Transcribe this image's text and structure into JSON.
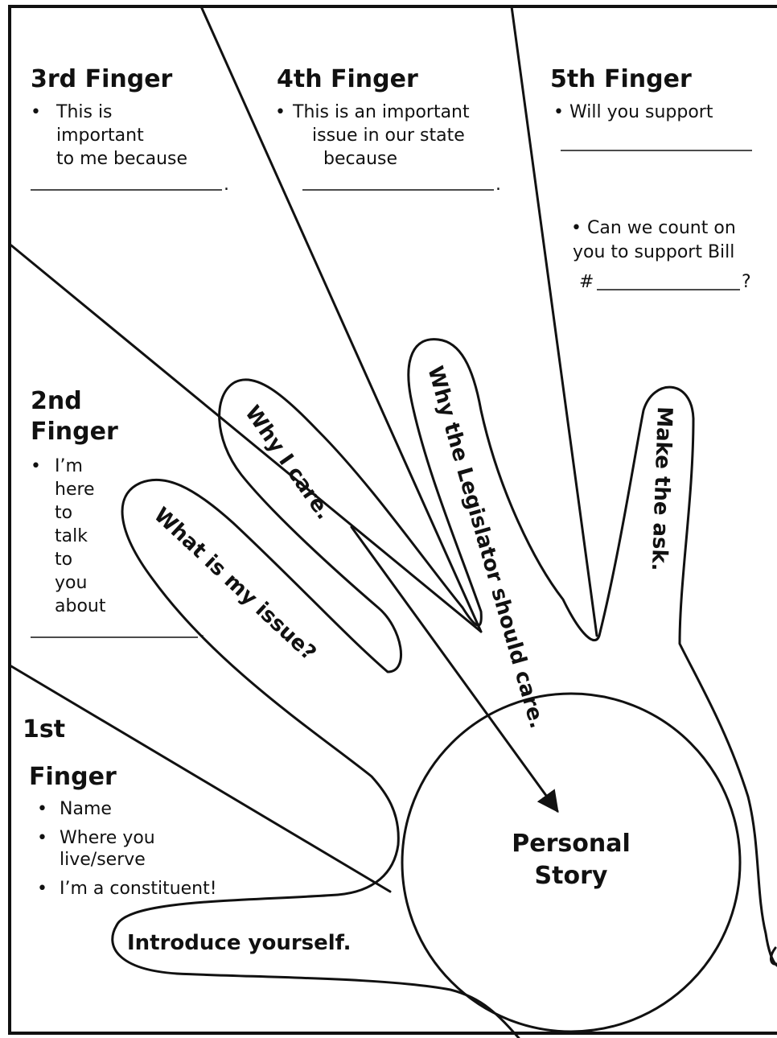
{
  "fingers": {
    "first": {
      "heading_line1": "1st",
      "heading_line2": "Finger",
      "bullets": [
        "Name",
        "Where you",
        "live/serve",
        "I’m a constituent!"
      ],
      "label": "Introduce yourself."
    },
    "second": {
      "heading_line1": "2nd",
      "heading_line2": "Finger",
      "bullets": [
        "I’m",
        "here",
        "to",
        "talk",
        "to",
        "you",
        "about"
      ],
      "label": "What is my issue?"
    },
    "third": {
      "heading": "3rd Finger",
      "bullets": [
        "This is",
        "important",
        "to me because"
      ],
      "label": "Why I care."
    },
    "fourth": {
      "heading": "4th Finger",
      "bullets": [
        "This is an important",
        "issue in our state",
        "because"
      ],
      "label": "Why the Legislator should care."
    },
    "fifth": {
      "heading": "5th Finger",
      "bullets": [
        "Will you support",
        "Can we count on",
        "you to support Bill",
        "#",
        "?"
      ],
      "label": "Make the ask."
    }
  },
  "center": {
    "line1": "Personal",
    "line2": "Story"
  },
  "bullet_glyph": "•",
  "period": "."
}
